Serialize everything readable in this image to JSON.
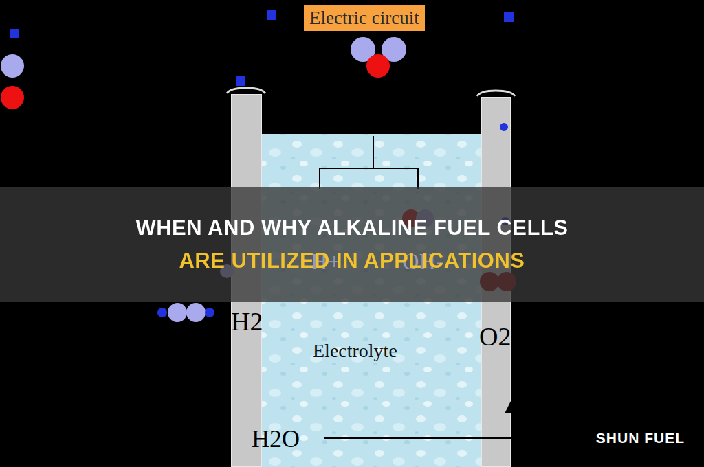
{
  "diagram": {
    "title": "WHEN AND WHY ALKALINE FUEL CELLS ARE UTILIZED IN APPLICATIONS",
    "nodes": [
      {
        "text": [
          "Electric circuit"
        ]
      },
      {
        "text": [
          "Electrolyte"
        ]
      }
    ],
    "labels": [
      "H2",
      "O2",
      "H2O",
      "H+",
      "OH-",
      "SHUN FUEL"
    ]
  }
}
